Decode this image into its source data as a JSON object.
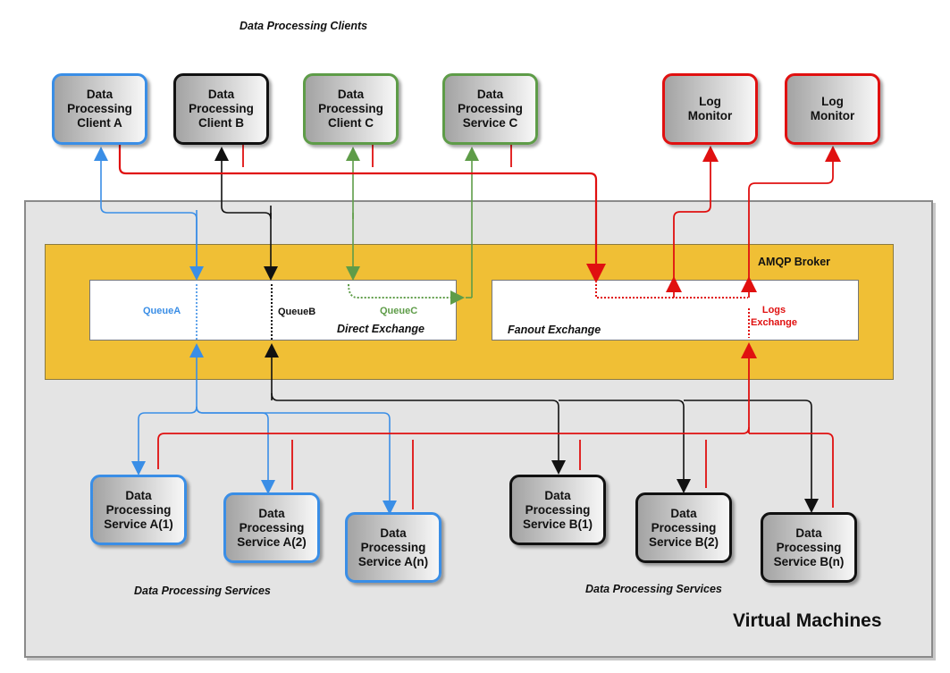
{
  "header": {
    "clients_caption": "Data Processing Clients"
  },
  "clients": [
    {
      "label": "Data\nProcessing\nClient A"
    },
    {
      "label": "Data\nProcessing\nClient B"
    },
    {
      "label": "Data\nProcessing\nClient C"
    },
    {
      "label": "Data\nProcessing\nService C"
    }
  ],
  "monitors": [
    {
      "label": "Log\nMonitor"
    },
    {
      "label": "Log\nMonitor"
    }
  ],
  "broker": {
    "title": "AMQP Broker",
    "direct_exchange": "Direct Exchange",
    "fanout_exchange": "Fanout Exchange",
    "queues": [
      "QueueA",
      "QueueB",
      "QueueC"
    ],
    "logs_exchange": "Logs\nExchange"
  },
  "services": [
    {
      "label": "Data\nProcessing\nService A(1)"
    },
    {
      "label": "Data\nProcessing\nService A(2)"
    },
    {
      "label": "Data\nProcessing\nService A(n)"
    },
    {
      "label": "Data\nProcessing\nService B(1)"
    },
    {
      "label": "Data\nProcessing\nService B(2)"
    },
    {
      "label": "Data\nProcessing\nService B(n)"
    }
  ],
  "captions": {
    "services_left": "Data Processing Services",
    "services_right": "Data Processing Services",
    "vm_title": "Virtual Machines"
  },
  "colors": {
    "blue": "#3a8ee6",
    "black": "#111111",
    "green": "#5e9c48",
    "red": "#e01010",
    "broker_fill": "#f0bf35",
    "vm_fill": "#e4e4e4"
  }
}
